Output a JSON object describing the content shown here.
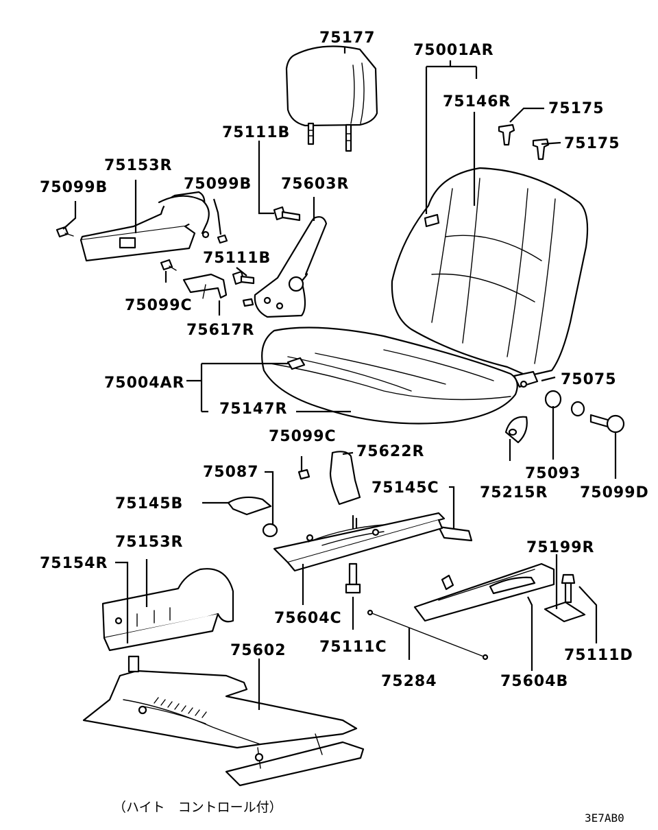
{
  "parts": [
    {
      "id": "p1",
      "number": "75177"
    },
    {
      "id": "p2",
      "number": "75001AR"
    },
    {
      "id": "p3",
      "number": "75146R"
    },
    {
      "id": "p4",
      "number": "75175"
    },
    {
      "id": "p5",
      "number": "75175"
    },
    {
      "id": "p6",
      "number": "75111B"
    },
    {
      "id": "p7",
      "number": "75153R"
    },
    {
      "id": "p8",
      "number": "75099B"
    },
    {
      "id": "p9",
      "number": "75099B"
    },
    {
      "id": "p10",
      "number": "75603R"
    },
    {
      "id": "p11",
      "number": "75111B"
    },
    {
      "id": "p12",
      "number": "75099C"
    },
    {
      "id": "p13",
      "number": "75617R"
    },
    {
      "id": "p14",
      "number": "75004AR"
    },
    {
      "id": "p15",
      "number": "75147R"
    },
    {
      "id": "p16",
      "number": "75075"
    },
    {
      "id": "p17",
      "number": "75099C"
    },
    {
      "id": "p18",
      "number": "75622R"
    },
    {
      "id": "p19",
      "number": "75087"
    },
    {
      "id": "p20",
      "number": "75145C"
    },
    {
      "id": "p21",
      "number": "75093"
    },
    {
      "id": "p22",
      "number": "75215R"
    },
    {
      "id": "p23",
      "number": "75099D"
    },
    {
      "id": "p24",
      "number": "75145B"
    },
    {
      "id": "p25",
      "number": "75153R"
    },
    {
      "id": "p26",
      "number": "75199R"
    },
    {
      "id": "p27",
      "number": "75154R"
    },
    {
      "id": "p28",
      "number": "75604C"
    },
    {
      "id": "p29",
      "number": "75111C"
    },
    {
      "id": "p30",
      "number": "75111D"
    },
    {
      "id": "p31",
      "number": "75602"
    },
    {
      "id": "p32",
      "number": "75284"
    },
    {
      "id": "p33",
      "number": "75604B"
    }
  ],
  "footnote": "（ハイト　コントロール付）",
  "diagram_code": "3E7AB0"
}
